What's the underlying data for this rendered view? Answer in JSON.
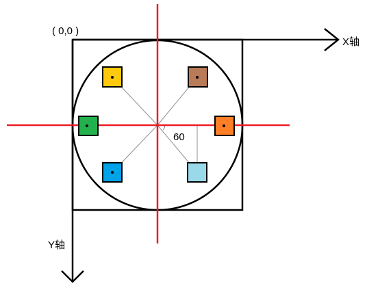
{
  "labels": {
    "origin": "( 0,0 )",
    "x_axis": "X轴",
    "y_axis": "Y轴",
    "angle": "60"
  },
  "squares": [
    {
      "name": "yellow",
      "color": "#ffc90e"
    },
    {
      "name": "brown",
      "color": "#b97a57"
    },
    {
      "name": "green",
      "color": "#22b14c"
    },
    {
      "name": "orange",
      "color": "#ff7f27"
    },
    {
      "name": "blue",
      "color": "#00a2e8"
    },
    {
      "name": "light-blue",
      "color": "#99d9ea"
    }
  ],
  "colors": {
    "axis_line": "#000000",
    "crosshair": "#ed1c24",
    "radial": "#808080"
  }
}
